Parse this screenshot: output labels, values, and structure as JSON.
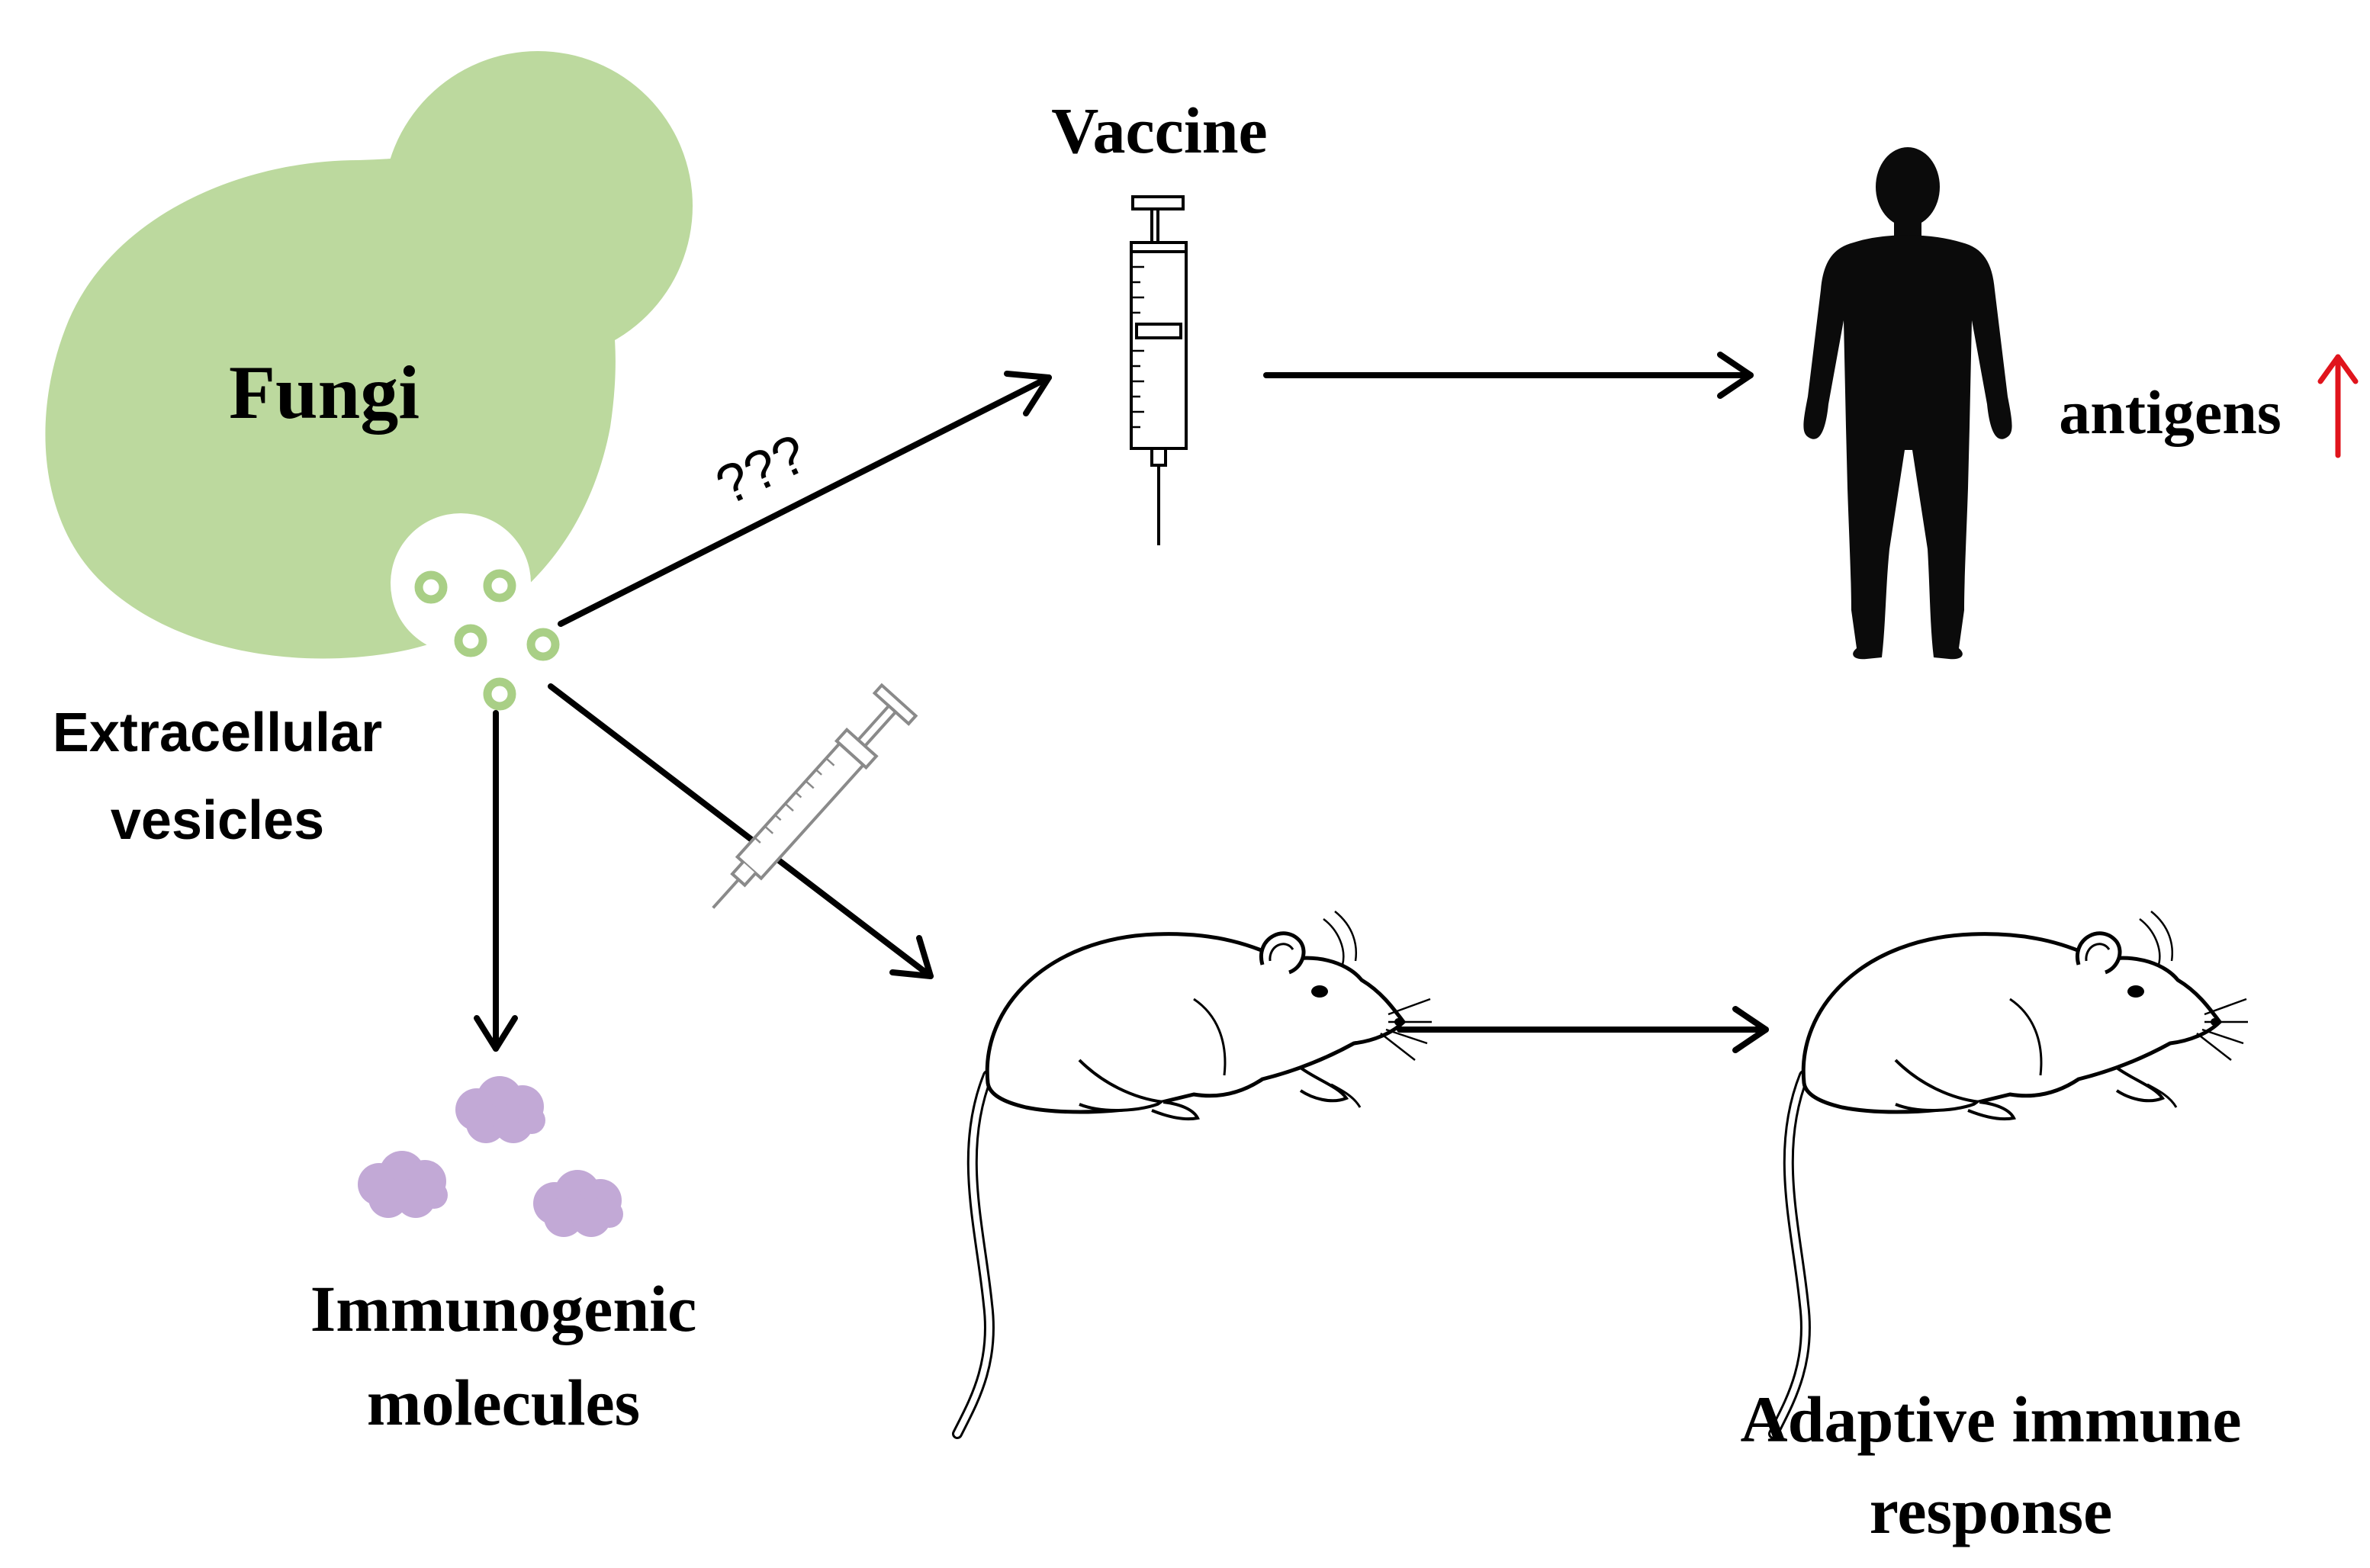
{
  "labels": {
    "fungi": "Fungi",
    "extracellular_vesicles_line1": "Extracellular",
    "extracellular_vesicles_line2": "vesicles",
    "question_marks": "???",
    "vaccine": "Vaccine",
    "antigens": "antigens",
    "immunogenic_line1": "Immunogenic",
    "immunogenic_line2": "molecules",
    "adaptive_line1": "Adaptive immune",
    "adaptive_line2": "response"
  },
  "colors": {
    "fungi_fill": "#bcd99e",
    "vesicle_ring": "#a9cf86",
    "molecule_fill": "#c2a9d6",
    "arrow": "#000000",
    "up_arrow": "#e0141c",
    "human_silhouette": "#0b0b0b",
    "syringe_gray": "#9a9a9a"
  },
  "icons": {
    "fungi_cell": "yeast-cell-icon",
    "vaccine": "syringe-icon",
    "human": "human-silhouette-icon",
    "mouse": "mouse-icon",
    "molecules": "molecule-cluster-icon",
    "increase": "up-arrow-icon"
  }
}
